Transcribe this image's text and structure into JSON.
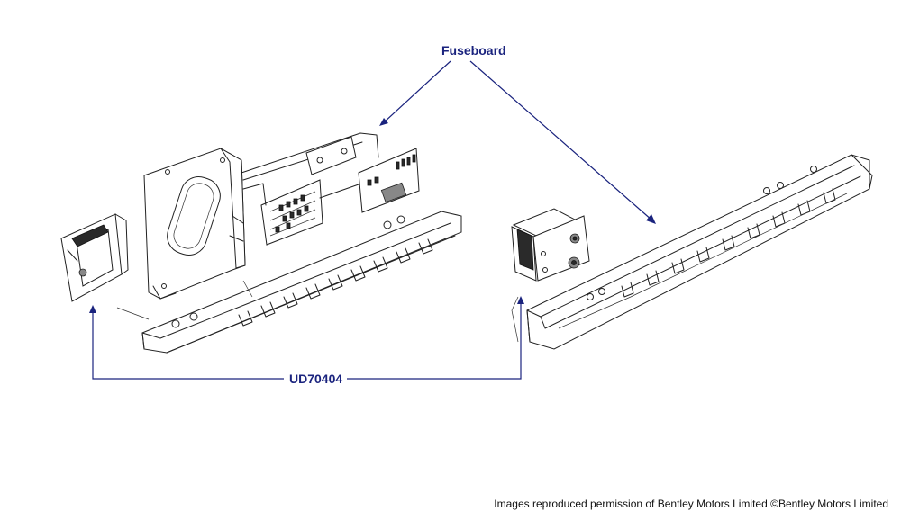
{
  "labels": {
    "fuseboard": "Fuseboard",
    "part_number": "UD70404"
  },
  "credit": "Images reproduced permission of Bentley Motors Limited ©Bentley Motors Limited",
  "colors": {
    "callout": "#1a237e",
    "drawing": "#222222",
    "background": "#ffffff"
  }
}
